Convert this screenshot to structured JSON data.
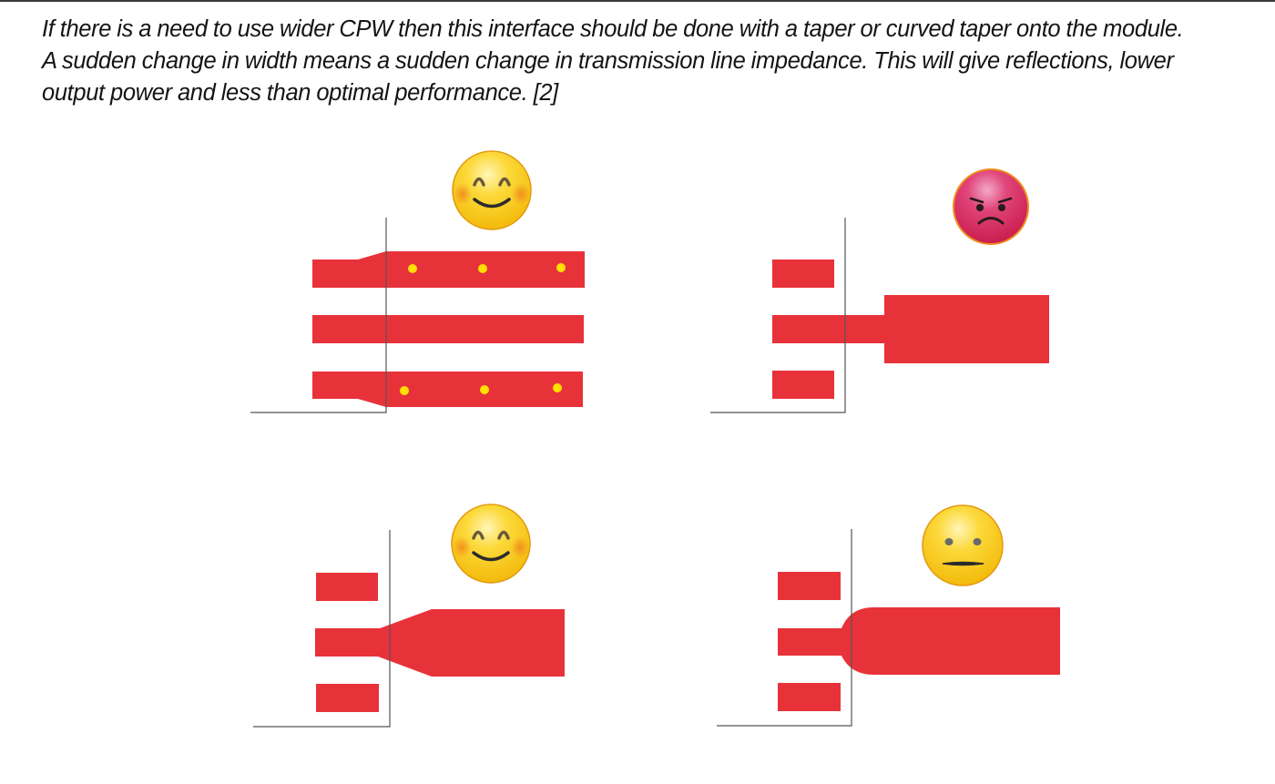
{
  "caption": {
    "lines": [
      "If there is a need to use wider CPW then this interface should be done with a taper or curved taper onto the module.",
      "A sudden change in width means a sudden change in transmission line impedance. This will give reflections, lower",
      "output power and less than optimal performance. [2]"
    ]
  },
  "colors": {
    "trace": "#E8323A",
    "via": "#FFE000",
    "boundary": "#555555",
    "emoji_yellow": "#F7C21B",
    "emoji_angry": "#D6245A"
  },
  "panels": [
    {
      "position": "top-left",
      "transition": "tapered ground planes with vias",
      "emoji": "smiling-face",
      "verdict": "good"
    },
    {
      "position": "top-right",
      "transition": "abrupt step in width",
      "emoji": "angry-face",
      "verdict": "bad"
    },
    {
      "position": "bottom-left",
      "transition": "linear taper",
      "emoji": "smiling-face",
      "verdict": "good"
    },
    {
      "position": "bottom-right",
      "transition": "curved taper",
      "emoji": "neutral-face",
      "verdict": "ok"
    }
  ]
}
